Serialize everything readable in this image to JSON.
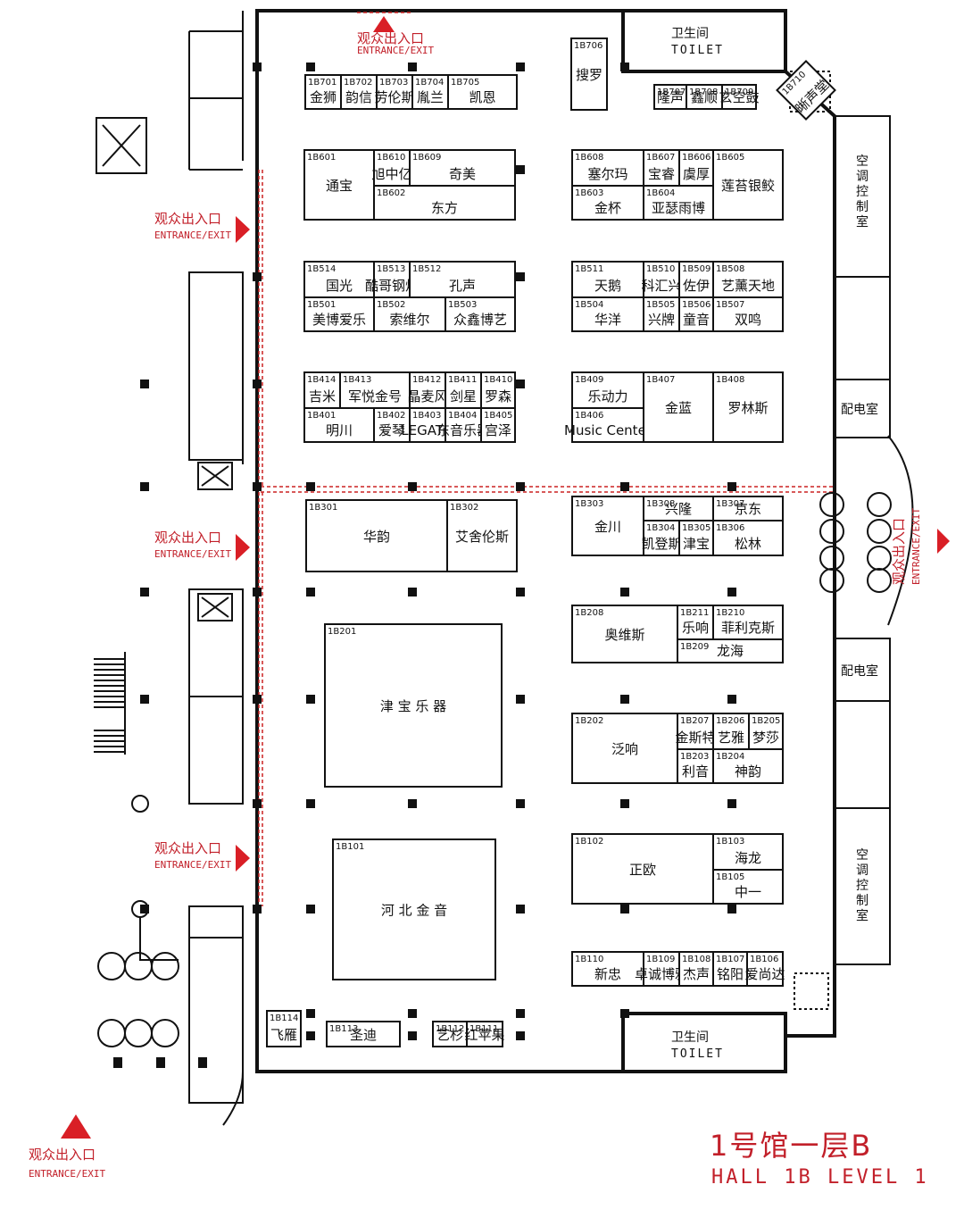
{
  "title": "1号馆一层B",
  "subtitle": "HALL 1B LEVEL 1",
  "exit_cn": "观众出入口",
  "exit_en": "ENTRANCE/EXIT",
  "toilet_cn": "卫生间",
  "toilet_en": "TOILET",
  "rooms": {
    "aircon": "空调控制室",
    "power": "配电室"
  },
  "booths": [
    {
      "code": "1B701",
      "name": "金狮"
    },
    {
      "code": "1B702",
      "name": "韵信"
    },
    {
      "code": "1B703",
      "name": "劳伦斯"
    },
    {
      "code": "1B704",
      "name": "胤兰"
    },
    {
      "code": "1B705",
      "name": "凯恩"
    },
    {
      "code": "1B706",
      "name": "搜罗"
    },
    {
      "code": "1B707",
      "name": "隆声"
    },
    {
      "code": "1B708",
      "name": "鑫顺"
    },
    {
      "code": "1B709",
      "name": "玄空鼓"
    },
    {
      "code": "1B710",
      "name": "晰声堂"
    },
    {
      "code": "1B601",
      "name": "通宝"
    },
    {
      "code": "1B610",
      "name": "旭中亿"
    },
    {
      "code": "1B609",
      "name": "奇美"
    },
    {
      "code": "1B602",
      "name": "东方"
    },
    {
      "code": "1B608",
      "name": "塞尔玛"
    },
    {
      "code": "1B607",
      "name": "宝睿"
    },
    {
      "code": "1B606",
      "name": "虞厚"
    },
    {
      "code": "1B605",
      "name": "莲苔银鲛"
    },
    {
      "code": "1B603",
      "name": "金杯"
    },
    {
      "code": "1B604",
      "name": "亚瑟雨博"
    },
    {
      "code": "1B514",
      "name": "国光"
    },
    {
      "code": "1B513",
      "name": "酷哥钢炮"
    },
    {
      "code": "1B512",
      "name": "孔声"
    },
    {
      "code": "1B501",
      "name": "美博爱乐"
    },
    {
      "code": "1B502",
      "name": "索维尔"
    },
    {
      "code": "1B503",
      "name": "众鑫博艺"
    },
    {
      "code": "1B511",
      "name": "天鹅"
    },
    {
      "code": "1B510",
      "name": "科汇兴"
    },
    {
      "code": "1B509",
      "name": "佐伊"
    },
    {
      "code": "1B508",
      "name": "艺薰天地"
    },
    {
      "code": "1B504",
      "name": "华洋"
    },
    {
      "code": "1B505",
      "name": "兴牌"
    },
    {
      "code": "1B506",
      "name": "童音"
    },
    {
      "code": "1B507",
      "name": "双鸣"
    },
    {
      "code": "1B414",
      "name": "吉米"
    },
    {
      "code": "1B413",
      "name": "军悦金号"
    },
    {
      "code": "1B412",
      "name": "晶麦风"
    },
    {
      "code": "1B411",
      "name": "剑星"
    },
    {
      "code": "1B410",
      "name": "罗森"
    },
    {
      "code": "1B401",
      "name": "明川"
    },
    {
      "code": "1B402",
      "name": "爱琴"
    },
    {
      "code": "1B403",
      "name": "LEGATO"
    },
    {
      "code": "1B404",
      "name": "东音乐器"
    },
    {
      "code": "1B405",
      "name": "宫泽"
    },
    {
      "code": "1B409",
      "name": "乐动力"
    },
    {
      "code": "1B406",
      "name": "Music Center"
    },
    {
      "code": "1B407",
      "name": "金蓝"
    },
    {
      "code": "1B408",
      "name": "罗林斯"
    },
    {
      "code": "1B301",
      "name": "华韵"
    },
    {
      "code": "1B302",
      "name": "艾舍伦斯"
    },
    {
      "code": "1B303",
      "name": "金川"
    },
    {
      "code": "1B308",
      "name": "兴隆"
    },
    {
      "code": "1B307",
      "name": "京东"
    },
    {
      "code": "1B304",
      "name": "凯登斯"
    },
    {
      "code": "1B305",
      "name": "津宝"
    },
    {
      "code": "1B306",
      "name": "松林"
    },
    {
      "code": "1B201",
      "name": "津 宝 乐 器"
    },
    {
      "code": "1B208",
      "name": "奥维斯"
    },
    {
      "code": "1B211",
      "name": "乐响"
    },
    {
      "code": "1B210",
      "name": "菲利克斯"
    },
    {
      "code": "1B209",
      "name": "龙海"
    },
    {
      "code": "1B202",
      "name": "泛响"
    },
    {
      "code": "1B207",
      "name": "金斯特"
    },
    {
      "code": "1B206",
      "name": "艺雅"
    },
    {
      "code": "1B205",
      "name": "梦莎"
    },
    {
      "code": "1B203",
      "name": "利音"
    },
    {
      "code": "1B204",
      "name": "神韵"
    },
    {
      "code": "1B101",
      "name": "河 北 金 音"
    },
    {
      "code": "1B102",
      "name": "正欧"
    },
    {
      "code": "1B103",
      "name": "海龙"
    },
    {
      "code": "1B105",
      "name": "中一"
    },
    {
      "code": "1B110",
      "name": "新忠"
    },
    {
      "code": "1B109",
      "name": "卓诚博雅"
    },
    {
      "code": "1B108",
      "name": "杰声"
    },
    {
      "code": "1B107",
      "name": "铭阳"
    },
    {
      "code": "1B106",
      "name": "爱尚达"
    },
    {
      "code": "1B114",
      "name": "飞雁"
    },
    {
      "code": "1B113",
      "name": "圣迪"
    },
    {
      "code": "1B112",
      "name": "艺杉"
    },
    {
      "code": "1B111",
      "name": "红苹果"
    }
  ]
}
